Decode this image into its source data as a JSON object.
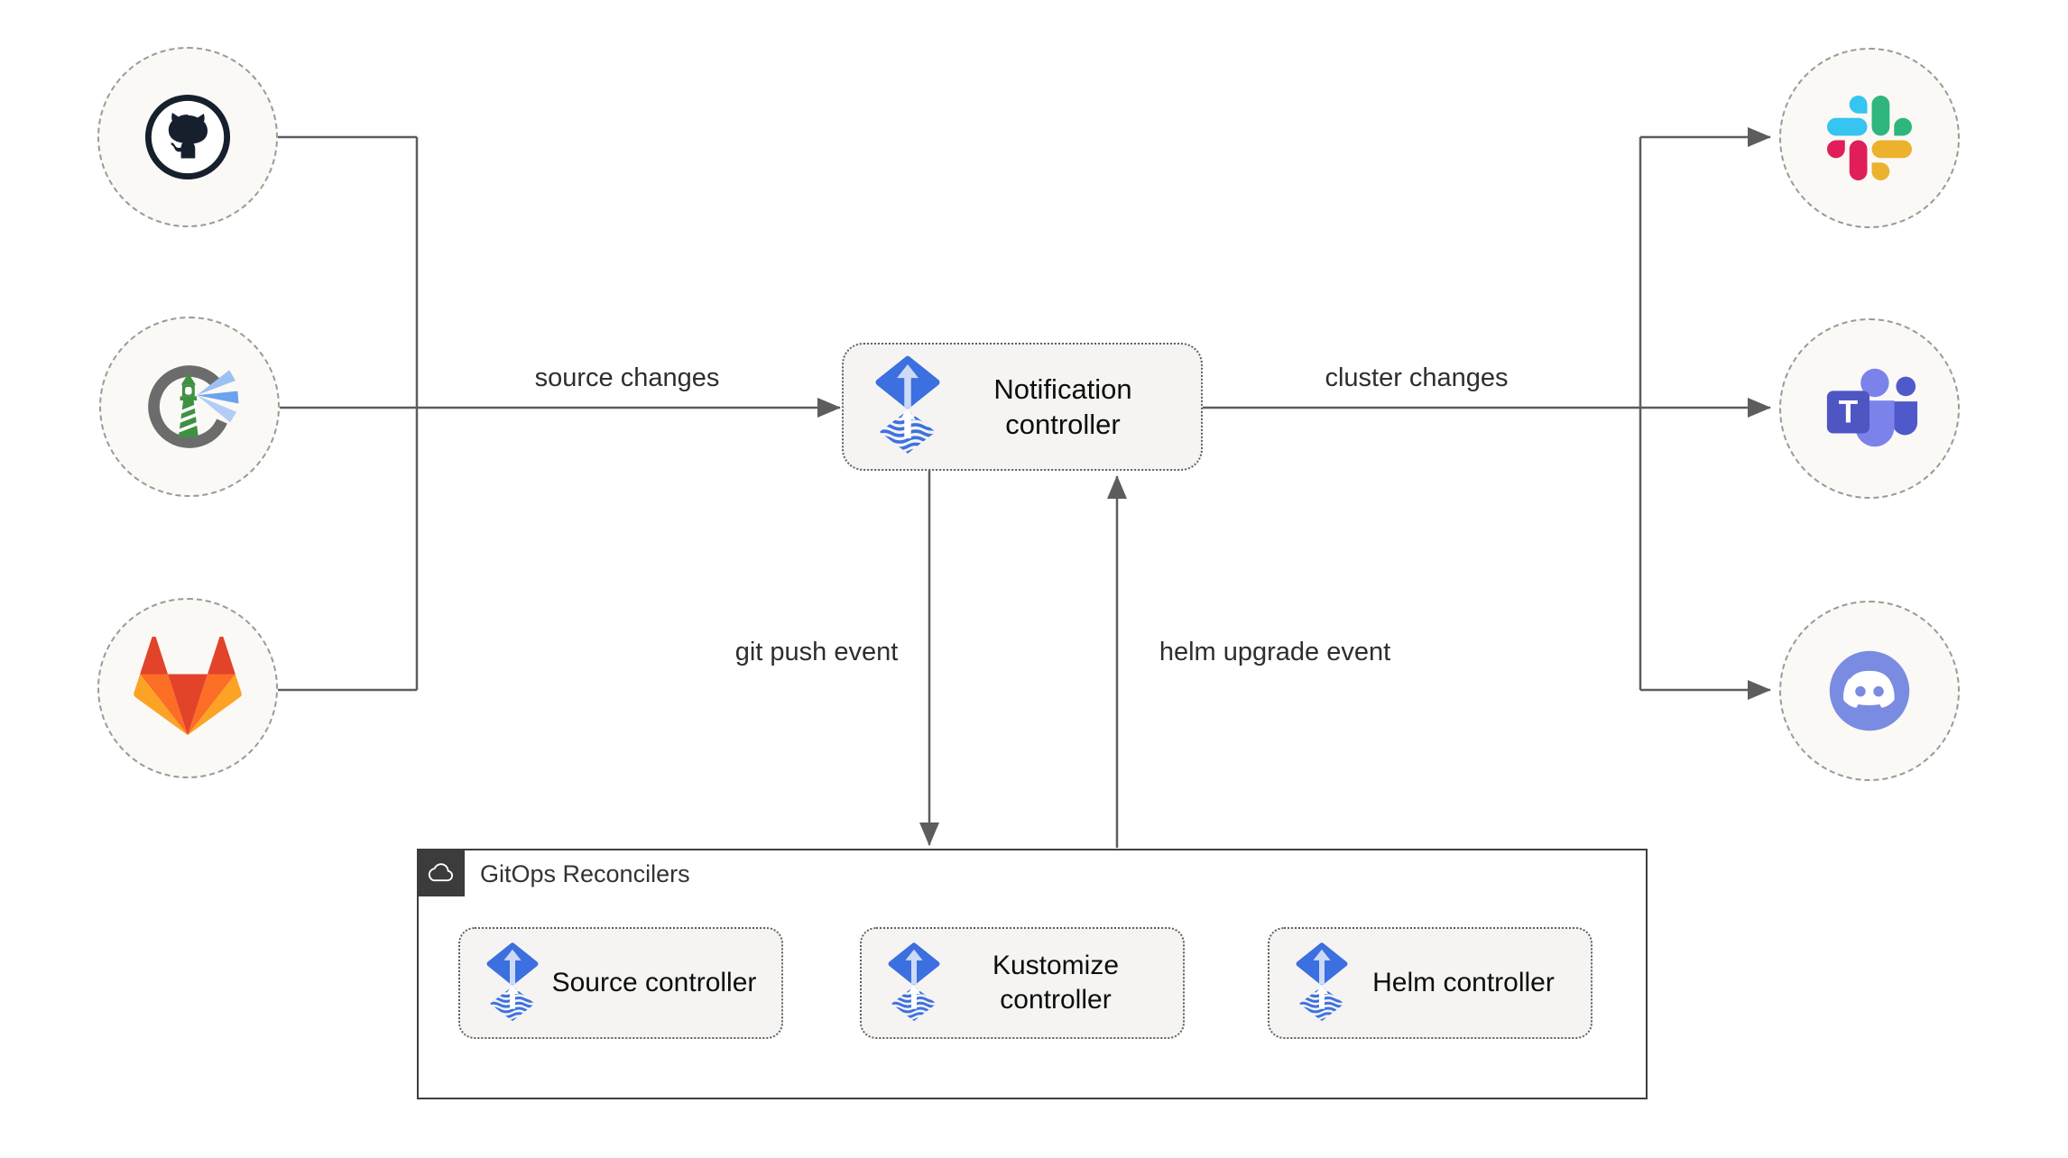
{
  "labels": {
    "source_changes": "source changes",
    "cluster_changes": "cluster changes",
    "git_push_event": "git push event",
    "helm_upgrade_event": "helm upgrade event"
  },
  "nodes": {
    "notification_controller": {
      "label": "Notification controller",
      "icon": "flux-icon"
    },
    "source_controller": {
      "label": "Source controller",
      "icon": "flux-icon"
    },
    "kustomize_controller": {
      "label": "Kustomize controller",
      "icon": "flux-icon"
    },
    "helm_controller": {
      "label": "Helm controller",
      "icon": "flux-icon"
    }
  },
  "group": {
    "title": "GitOps Reconcilers",
    "icon": "cloud-icon"
  },
  "sources": [
    {
      "icon": "github-icon"
    },
    {
      "icon": "harbor-icon"
    },
    {
      "icon": "gitlab-icon"
    }
  ],
  "destinations": [
    {
      "icon": "slack-icon"
    },
    {
      "icon": "teams-icon"
    },
    {
      "icon": "discord-icon"
    }
  ],
  "colors": {
    "flux_blue": "#3c6fdf",
    "flux_light": "#ccdaf5",
    "wire_gray": "#5d5d5d",
    "node_bg": "#f5f4f2",
    "github_dark": "#16202c",
    "harbor_green": "#3f9142",
    "harbor_gray": "#6c6c6c",
    "gitlab_red": "#e24329",
    "gitlab_orange": "#fc6d26",
    "gitlab_yellow": "#fca326",
    "slack_blue": "#36c5f0",
    "slack_green": "#2eb67d",
    "slack_yellow": "#ecb22e",
    "slack_red": "#e01e5a",
    "teams_indigo": "#4e56c4",
    "teams_light": "#7b83eb",
    "teams_dark": "#5059c9",
    "discord_blurple": "#7a8ce1"
  }
}
